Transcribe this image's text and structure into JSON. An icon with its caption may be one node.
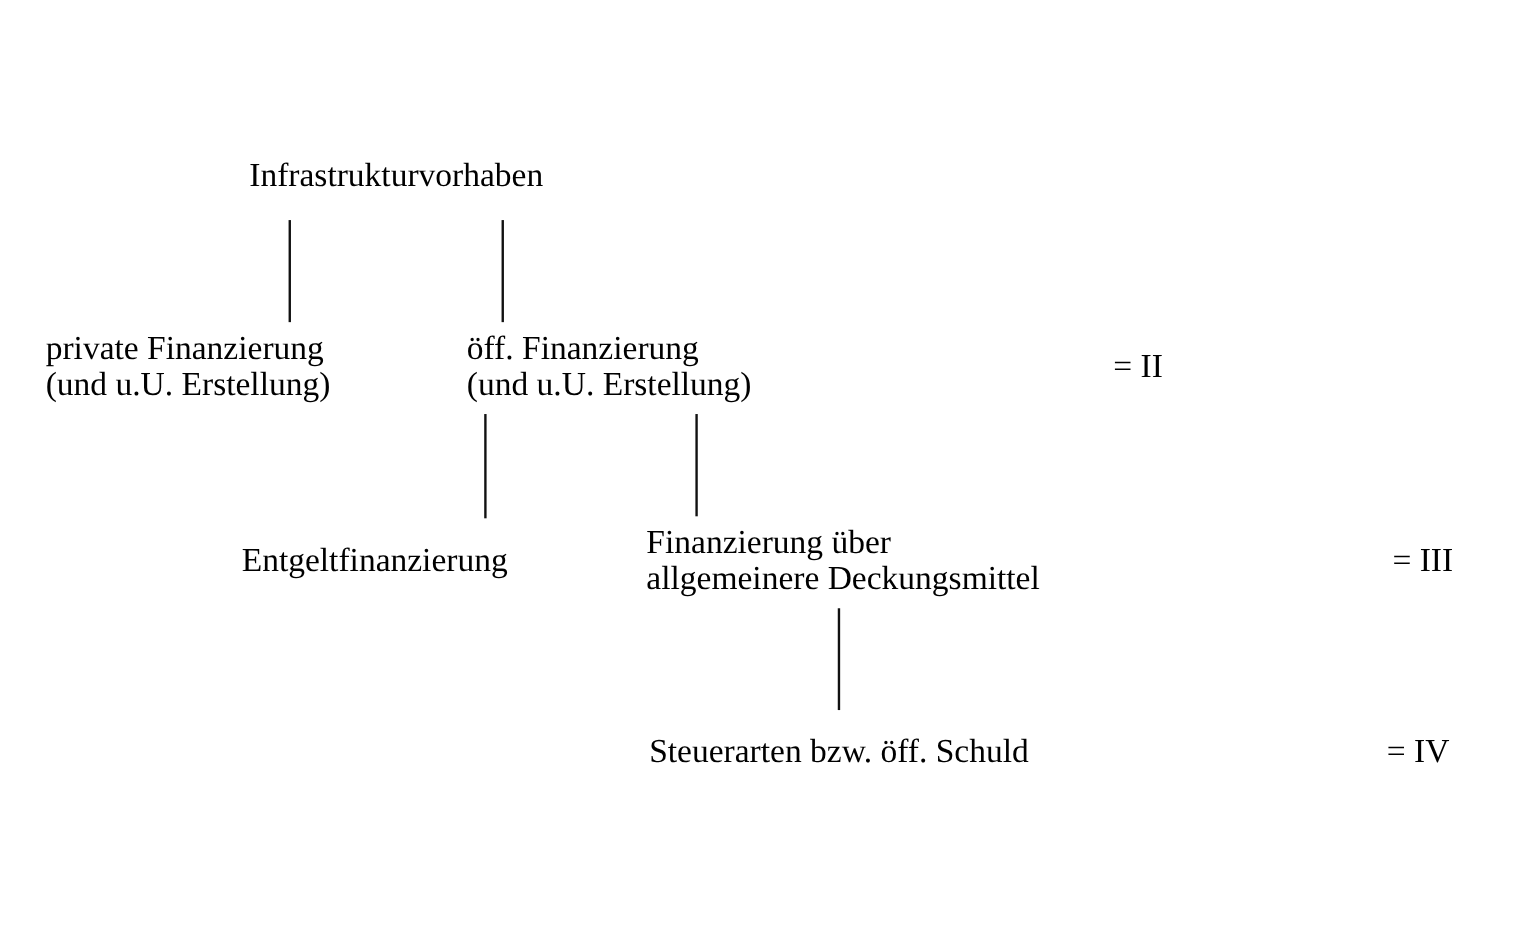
{
  "diagram": {
    "nodes": [
      {
        "text": [
          "Infrastrukturvorhaben"
        ]
      },
      {
        "text": [
          "private Finanzierung (und u.U. Erstellung)"
        ]
      },
      {
        "text": [
          "öff. Finanzierung (und u.U. Erstellung)"
        ]
      },
      {
        "text": [
          "Entgeltfinanzierung"
        ]
      },
      {
        "text": [
          "Finanzierung über allgemeinere Deckungsmittel"
        ]
      },
      {
        "text": [
          "Steuerarten bzw. öff. Schuld"
        ]
      }
    ],
    "edges": [
      {
        "from": 0,
        "to": 1,
        "arrow": "none"
      },
      {
        "from": 0,
        "to": 2,
        "arrow": "none"
      },
      {
        "from": 2,
        "to": 3,
        "arrow": "none"
      },
      {
        "from": 2,
        "to": 4,
        "arrow": "none"
      },
      {
        "from": 4,
        "to": 5,
        "arrow": "none"
      }
    ],
    "labels": [
      "= II",
      "= III",
      "= IV"
    ]
  }
}
